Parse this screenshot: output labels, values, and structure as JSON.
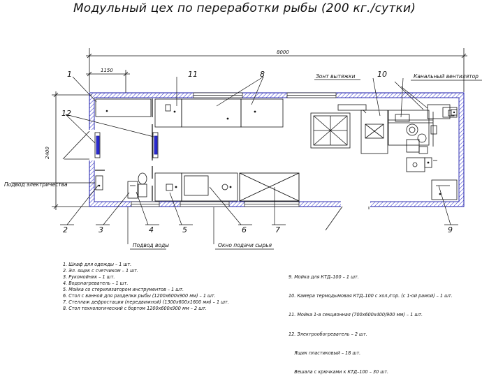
{
  "title": "Модульный цех по переработки рыбы (200 кг./сутки)",
  "dimensions": {
    "total_length": "8000",
    "width": "2400",
    "segment": "1150"
  },
  "callouts": [
    "1",
    "2",
    "3",
    "4",
    "5",
    "6",
    "7",
    "8",
    "9",
    "10",
    "11",
    "12"
  ],
  "annotations": {
    "exhaust_hood": "Зонт вытяжки",
    "duct_fan": "Канальный вентилятор",
    "power_supply": "Подвод электричества",
    "water_supply": "Подвод воды",
    "raw_material_window": "Окно подачи сырья"
  },
  "legend_left": [
    "1. Шкаф для одежды – 1 шт.",
    "2. Эл. ящик с счетчиком – 1 шт.",
    "3. Рукомойник – 1 шт.",
    "4. Водонагреватель – 1 шт.",
    "5. Мойка со стерилизатором инструментов – 1 шт.",
    "6. Стол с ванной для разделки рыбы (1200х600х900 мм) – 1 шт.",
    "7. Стеллаж дефростации (передвижной) (1300х600х1600 мм) – 1 шт.",
    "8. Стол технологический с бортом 1200х600х900 мм – 2 шт."
  ],
  "legend_right": [
    "9. Мойка для КТД–100 – 1 шт.",
    "10. Камера термодымовая КТД–100 с хол./гор. (с 1-ой рамой) – 1 шт.",
    "11. Мойка 1-а секционная (700х600х400/900 мм) – 1 шт.",
    "12. Электрообогреватель – 2 шт.",
    "    Ящик пластиковый – 18 шт.",
    "    Вешала с крючками к КТД–100 – 30 шт."
  ]
}
